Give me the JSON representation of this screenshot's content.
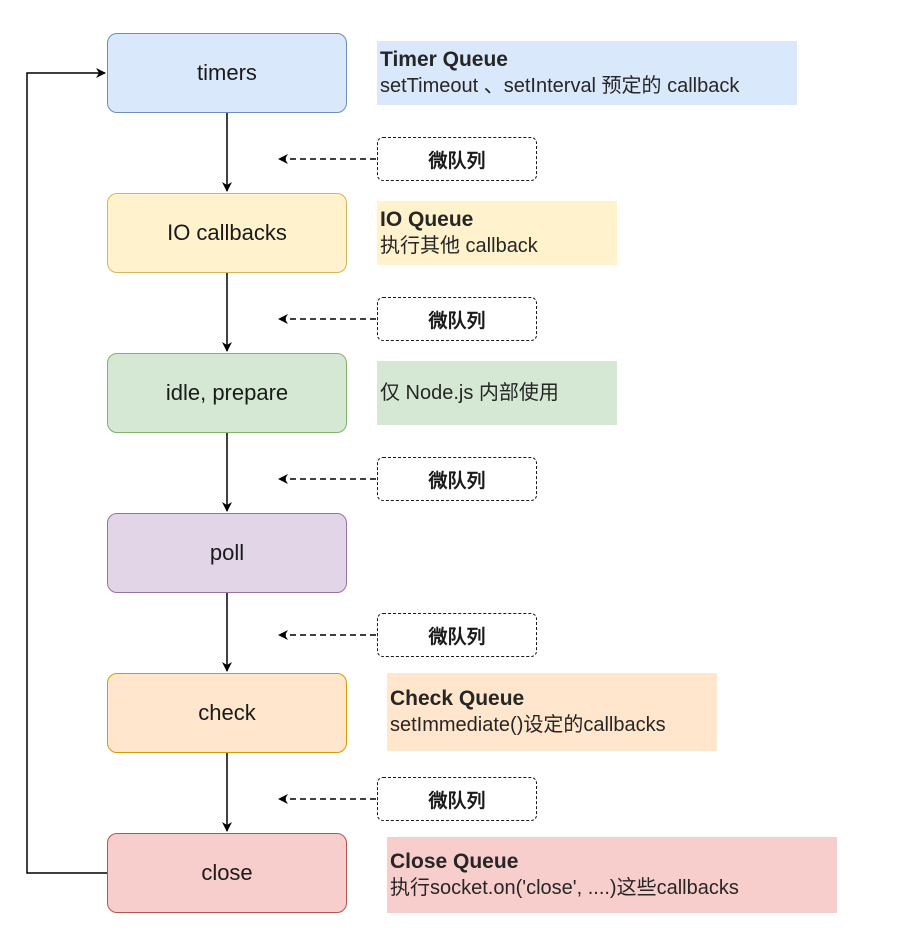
{
  "phases": {
    "timers": "timers",
    "io_callbacks": "IO callbacks",
    "idle_prepare": "idle, prepare",
    "poll": "poll",
    "check": "check",
    "close": "close"
  },
  "microtask_label": "微队列",
  "notes": {
    "timer": {
      "title": "Timer Queue",
      "text": "setTimeout 、setInterval 预定的 callback"
    },
    "io": {
      "title": "IO Queue",
      "text": "执行其他 callback"
    },
    "idle": {
      "text": "仅 Node.js 内部使用"
    },
    "check": {
      "title": "Check Queue",
      "text": "setImmediate()设定的callbacks"
    },
    "close": {
      "title": "Close Queue",
      "text": "执行socket.on('close', ....)这些callbacks"
    }
  },
  "colors": {
    "timers": "#dae8fc",
    "io_callbacks": "#fff2cc",
    "idle_prepare": "#d5e8d4",
    "poll": "#e1d5e7",
    "check": "#ffe6cc",
    "close": "#f8cecc",
    "connector": "#000000"
  }
}
